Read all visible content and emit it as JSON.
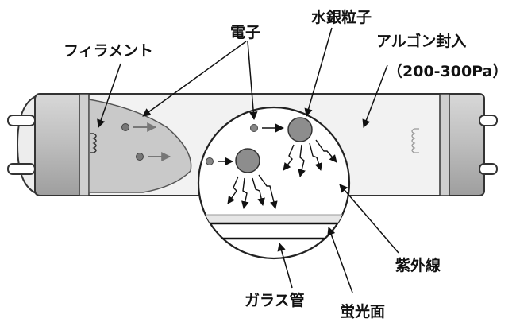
{
  "labels": {
    "filament": "フィラメント",
    "electron": "電子",
    "mercury_atom": "水銀粒子",
    "argon": "アルゴン封入",
    "argon_pressure": "（200-300Pa）",
    "uv": "紫外線",
    "glass_tube": "ガラス管",
    "phosphor": "蛍光面"
  }
}
